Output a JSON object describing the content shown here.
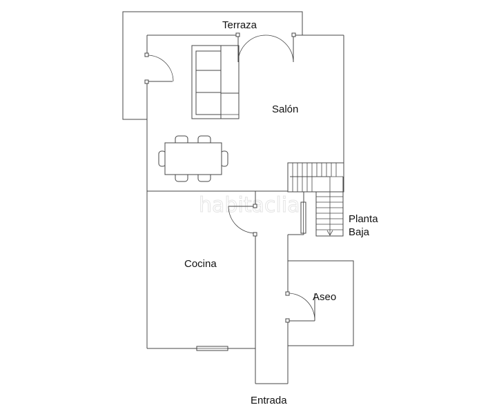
{
  "rooms": {
    "terraza": "Terraza",
    "salon": "Salón",
    "cocina": "Cocina",
    "aseo": "Aseo",
    "planta_line1": "Planta",
    "planta_line2": "Baja",
    "entrada": "Entrada"
  },
  "watermark": "habitaclia"
}
